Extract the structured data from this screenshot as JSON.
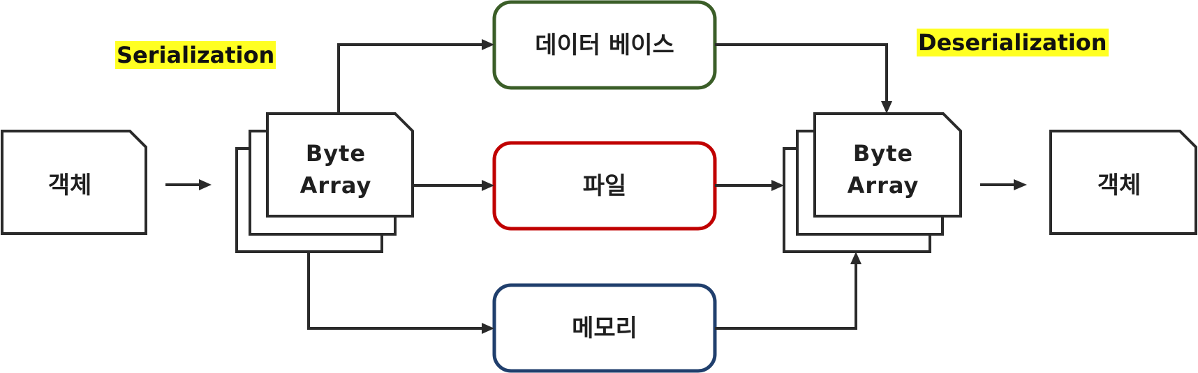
{
  "labels": {
    "serialization": "Serialization",
    "deserialization": "Deserialization"
  },
  "nodes": {
    "object_left": "객체",
    "object_right": "객체",
    "byte_array_left": [
      "Byte",
      "Array"
    ],
    "byte_array_right": [
      "Byte",
      "Array"
    ],
    "database": "데이터 베이스",
    "file": "파일",
    "memory": "메모리"
  },
  "colors": {
    "highlight": "#ffff22",
    "database_border": "#3b5e28",
    "file_border": "#c00000",
    "memory_border": "#203f6d",
    "line": "#2a2a2a"
  }
}
